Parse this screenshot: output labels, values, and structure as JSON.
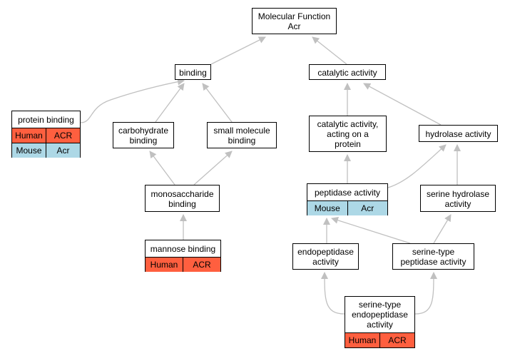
{
  "nodes": {
    "molecular_function": {
      "label": "Molecular Function\nAcr"
    },
    "binding": {
      "label": "binding"
    },
    "catalytic_activity": {
      "label": "catalytic activity"
    },
    "protein_binding": {
      "label": "protein binding",
      "annotations": [
        {
          "species": "Human",
          "gene": "ACR",
          "color": "#ff5f3f"
        },
        {
          "species": "Mouse",
          "gene": "Acr",
          "color": "#add8e6"
        }
      ]
    },
    "carbohydrate_binding": {
      "label": "carbohydrate\nbinding"
    },
    "small_molecule_binding": {
      "label": "small molecule\nbinding"
    },
    "catalytic_on_protein": {
      "label": "catalytic activity,\nacting on a\nprotein"
    },
    "hydrolase_activity": {
      "label": "hydrolase activity"
    },
    "monosaccharide_binding": {
      "label": "monosaccharide\nbinding"
    },
    "peptidase_activity": {
      "label": "peptidase activity",
      "annotations": [
        {
          "species": "Mouse",
          "gene": "Acr",
          "color": "#add8e6"
        }
      ]
    },
    "serine_hydrolase": {
      "label": "serine hydrolase\nactivity"
    },
    "mannose_binding": {
      "label": "mannose binding",
      "annotations": [
        {
          "species": "Human",
          "gene": "ACR",
          "color": "#ff5f3f"
        }
      ]
    },
    "endopeptidase": {
      "label": "endopeptidase\nactivity"
    },
    "serine_peptidase": {
      "label": "serine-type\npeptidase activity"
    },
    "serine_endopeptidase": {
      "label": "serine-type\nendopeptidase\nactivity",
      "annotations": [
        {
          "species": "Human",
          "gene": "ACR",
          "color": "#ff5f3f"
        }
      ]
    }
  },
  "colors": {
    "edge": "#c0c0c0",
    "human": "#ff5f3f",
    "mouse": "#add8e6"
  }
}
